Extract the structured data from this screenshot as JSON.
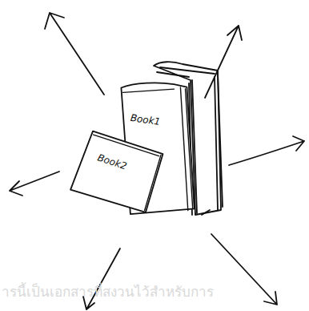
{
  "diagram": {
    "nodes": [
      {
        "text": [
          "Book1"
        ]
      },
      {
        "text": [
          "Book2"
        ]
      }
    ],
    "labels": [
      "ารนี้เป็นเอกสารที่สงวนไว้สำหรับการ"
    ]
  }
}
